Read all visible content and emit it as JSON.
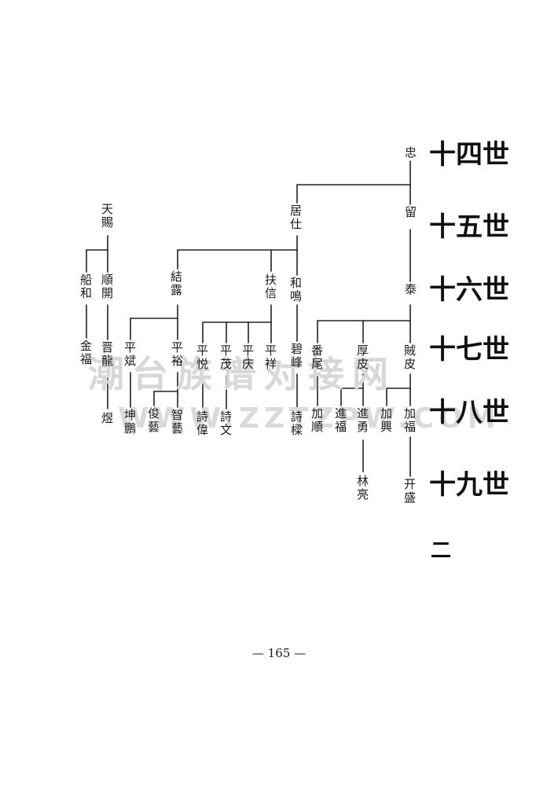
{
  "generations": [
    "十四世",
    "十五世",
    "十六世",
    "十七世",
    "十八世",
    "十九世",
    "二"
  ],
  "names": {
    "zong": "忠",
    "liu": "留",
    "juzhang": "居仕",
    "tai": "泰",
    "hming": "和鳴",
    "fuxin": "扶信",
    "jiesu": "結露",
    "tianxing": "天賜",
    "shunkai": "順開",
    "shihe": "船和",
    "jinfu": "金福",
    "jinlong": "晋龍",
    "zhuo": "煜",
    "fuqiu": "平斌",
    "kunpeng": "坤鵬",
    "fuyu": "平裕",
    "junyi": "俊藝",
    "zhiyi": "智藝",
    "fusheng": "平悦",
    "shiwei": "詩偉",
    "fumao": "平茂",
    "shiwen": "詩文",
    "fuqing": "平庆",
    "fuxiang": "平祥",
    "bifeng": "碧峰",
    "shiliang": "詩樑",
    "fanwei": "番尾",
    "jiashun": "加順",
    "houpi": "厚皮",
    "jinfu2": "進福",
    "jinyong": "進勇",
    "linliang": "林亮",
    "zeipi": "賊皮",
    "jiaxing": "加興",
    "jiafu": "加福",
    "kaisheng": "开盛"
  },
  "watermark": "潮台族谱对接网",
  "watermark_url": "WWW.ZZTZPW.COM",
  "page_number": "— 165 —"
}
